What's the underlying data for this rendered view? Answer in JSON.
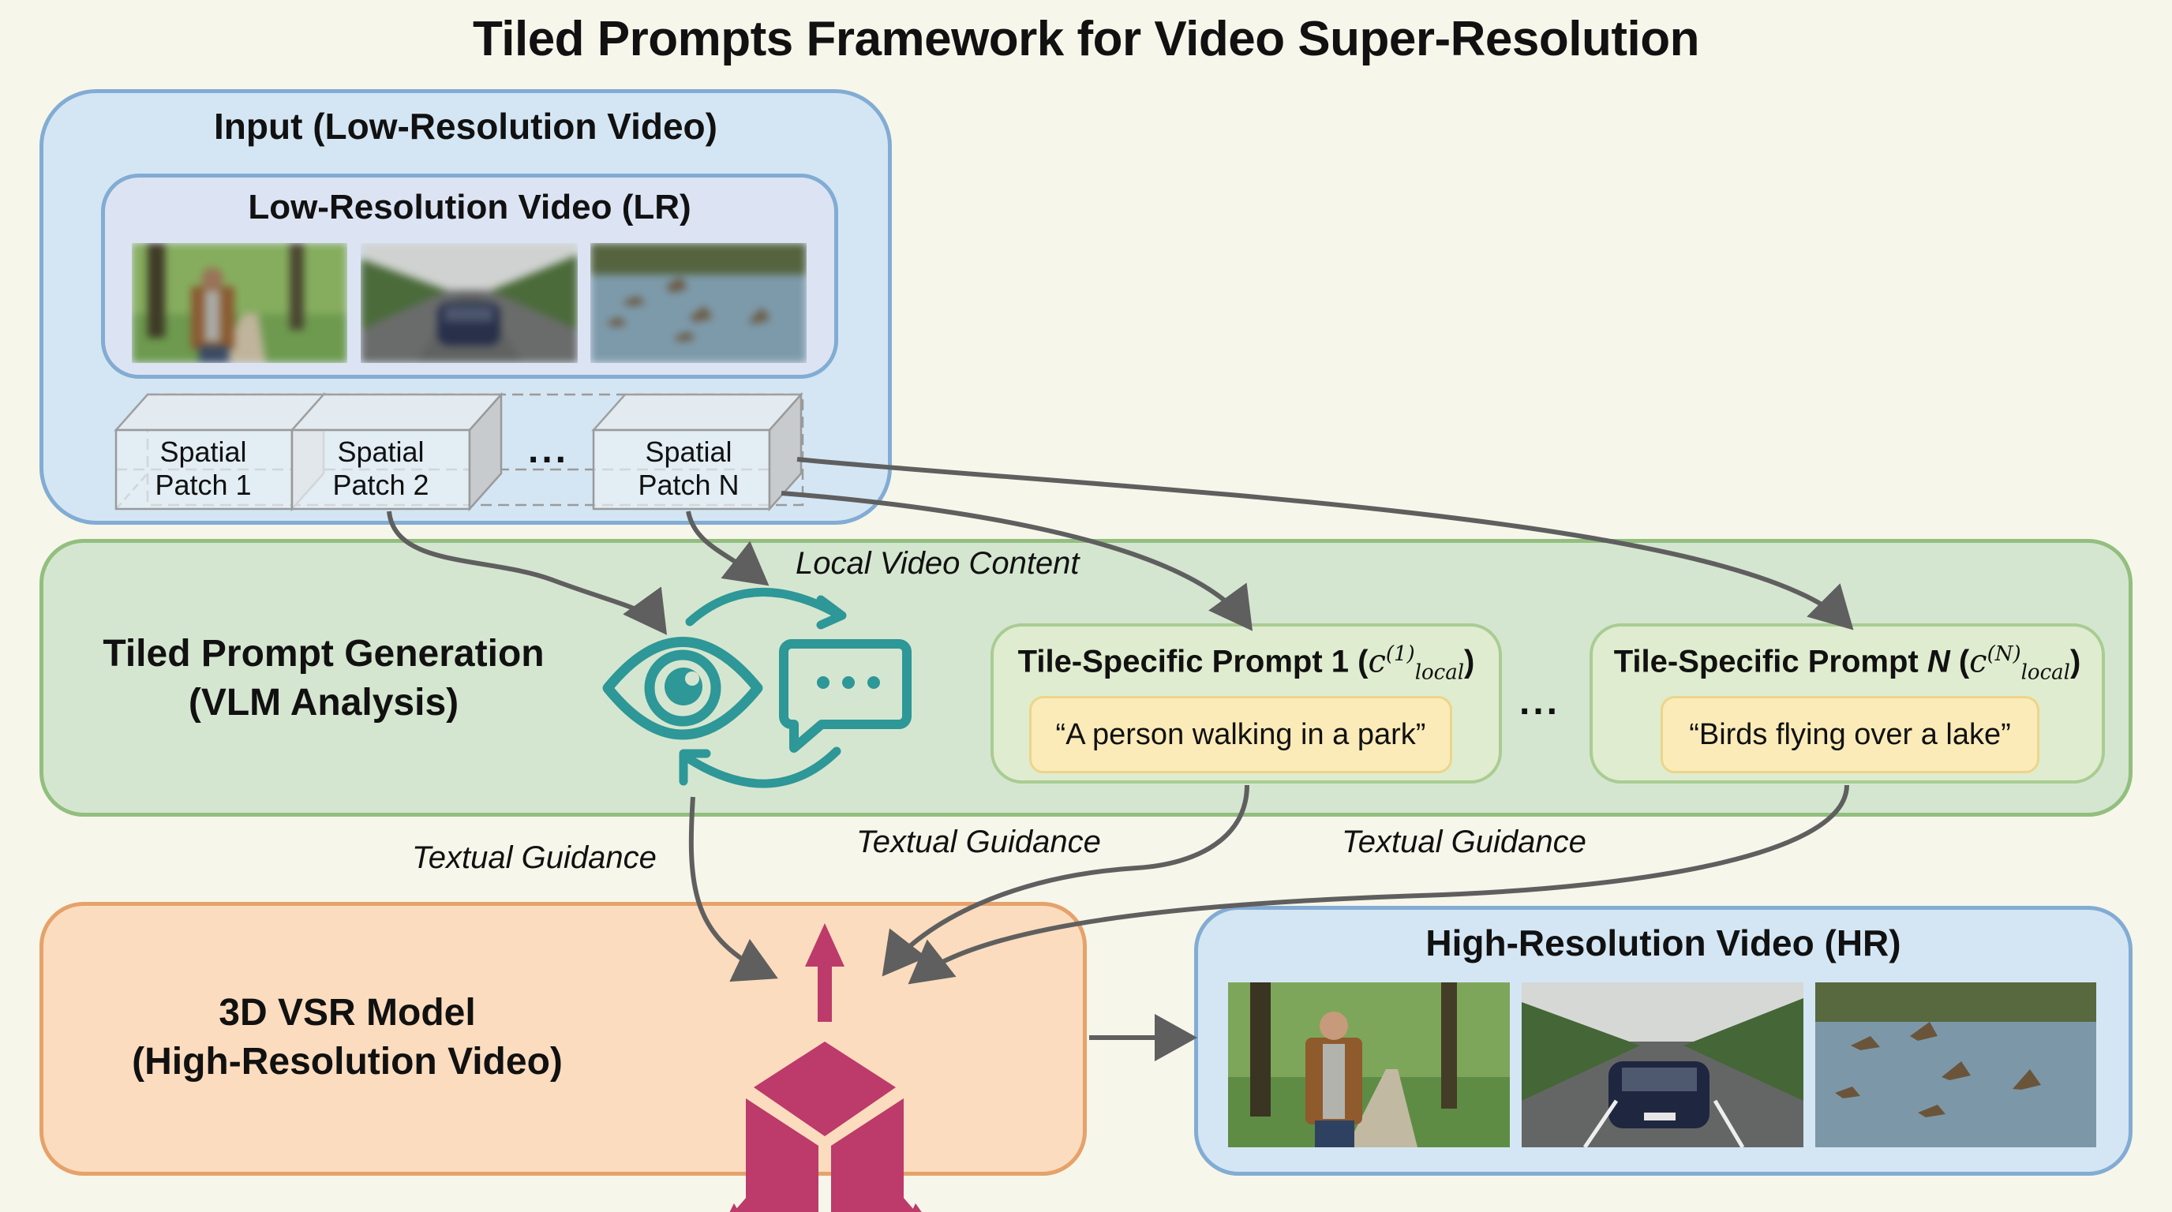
{
  "title": "Tiled Prompts Framework for Video Super-Resolution",
  "input_section": {
    "title": "Input (Low-Resolution Video)",
    "lr_video": {
      "title": "Low-Resolution Video (LR)",
      "frames": [
        {
          "label": "person walking in park (blurred)"
        },
        {
          "label": "car on highway (blurred)"
        },
        {
          "label": "birds flying over lake (blurred)"
        }
      ]
    },
    "patches": [
      {
        "line1": "Spatial",
        "line2": "Patch 1"
      },
      {
        "line1": "Spatial",
        "line2": "Patch 2"
      },
      {
        "ellipsis": "..."
      },
      {
        "line1": "Spatial",
        "line2": "Patch N"
      }
    ]
  },
  "prompt_section": {
    "title_line1": "Tiled Prompt Generation",
    "title_line2": "(VLM Analysis)",
    "local_content_label": "Local Video Content",
    "icons": [
      "eye-icon",
      "chat-bubble-icon",
      "cycle-arrows-icon"
    ],
    "prompts": [
      {
        "title": "Tile-Specific Prompt 1 (",
        "sym": "c",
        "sup": "(1)",
        "sub": "local",
        "close": ")",
        "text": "“A person walking in a park”"
      },
      {
        "title": "Tile-Specific Prompt ",
        "title_italic": "N",
        "title_rest": " (",
        "sym": "c",
        "sup": "(N)",
        "sub": "local",
        "close": ")",
        "text": "“Birds flying over a lake”"
      }
    ],
    "ellipsis": "..."
  },
  "guidance_labels": [
    "Textual Guidance",
    "Textual Guidance",
    "Textual Guidance"
  ],
  "model_section": {
    "title_line1": "3D VSR Model",
    "title_line2": "(High-Resolution Video)",
    "icon": "3d-cube-expand-icon"
  },
  "hr_section": {
    "title": "High-Resolution Video (HR)",
    "frames": [
      {
        "label": "person walking in park (sharp)"
      },
      {
        "label": "car on highway (sharp)"
      },
      {
        "label": "birds flying over lake (sharp)"
      }
    ]
  },
  "colors": {
    "background": "#f7f6ea",
    "input_fill": "#d4e6f4",
    "input_border": "#82acd3",
    "green_fill": "#d5e6d0",
    "green_border": "#92bf7e",
    "orange_fill": "#fcdcbe",
    "orange_border": "#e5a26a",
    "prompt_quote_fill": "#fbebb8",
    "teal_icon": "#2e9797",
    "magenta_icon": "#bc3b6b",
    "arrow": "#5f5f5f"
  }
}
